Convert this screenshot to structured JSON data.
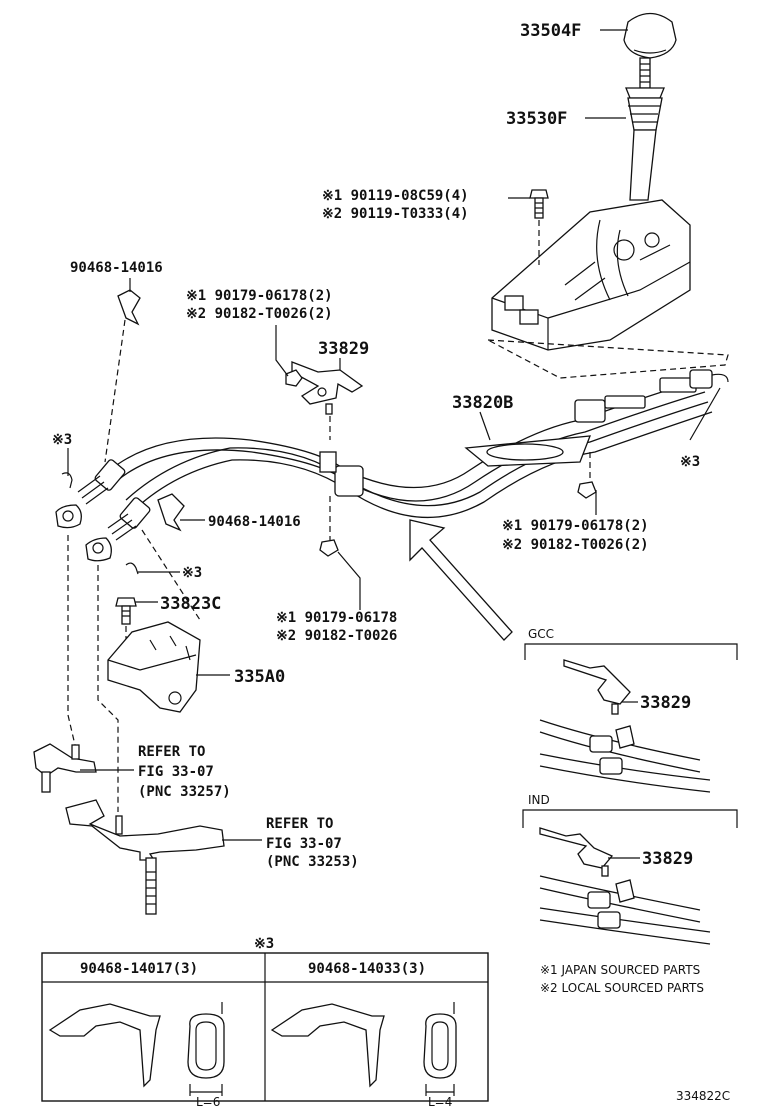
{
  "labels": {
    "knob": "33504F",
    "lever": "33530F",
    "bolt_note1": "※1 90119-08C59(4)",
    "bolt_note2": "※2 90119-T0333(4)",
    "clip_top": "90468-14016",
    "nut_top_note1": "※1 90179-06178(2)",
    "nut_top_note2": "※2 90182-T0026(2)",
    "bracket": "33829",
    "cable_assy": "33820B",
    "mark3_left": "※3",
    "mark3_right": "※3",
    "nut_right_note1": "※1 90179-06178(2)",
    "nut_right_note2": "※2 90182-T0026(2)",
    "clip_mid": "90468-14016",
    "mark3_mid": "※3",
    "bolt_mid": "33823C",
    "nut_mid_note1": "※1 90179-06178",
    "nut_mid_note2": "※2 90182-T0026",
    "bracket_lower": "335A0",
    "refer1_a": "REFER TO",
    "refer1_b": "FIG 33-07",
    "refer1_c": "(PNC 33257)",
    "refer2_a": "REFER TO",
    "refer2_b": "FIG 33-07",
    "refer2_c": "(PNC 33253)",
    "gcc_title": "GCC",
    "gcc_part": "33829",
    "ind_title": "IND",
    "ind_part": "33829",
    "table_mark": "※3",
    "table_col1": "90468-14017(3)",
    "table_col2": "90468-14033(3)",
    "dim1": "L=6",
    "dim2": "L=4",
    "legend1": "※1 JAPAN SOURCED PARTS",
    "legend2": "※2 LOCAL SOURCED PARTS",
    "figure_code": "334822C"
  }
}
